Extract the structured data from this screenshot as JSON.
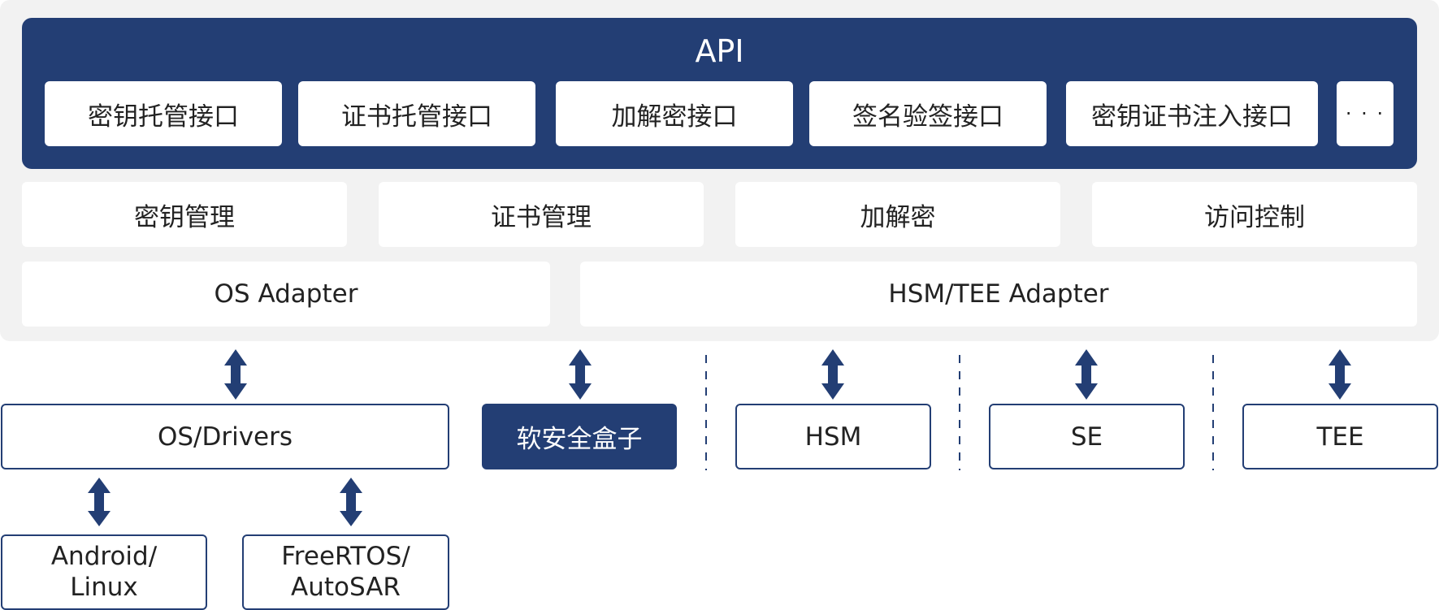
{
  "api": {
    "title": "API",
    "interfaces": [
      "密钥托管接口",
      "证书托管接口",
      "加解密接口",
      "签名验签接口",
      "密钥证书注入接口",
      "· · ·"
    ]
  },
  "modules": [
    "密钥管理",
    "证书管理",
    "加解密",
    "访问控制"
  ],
  "adapters": [
    "OS Adapter",
    "HSM/TEE Adapter"
  ],
  "backends": {
    "os_drivers": "OS/Drivers",
    "soft_box": "软安全盒子",
    "hsm": "HSM",
    "se": "SE",
    "tee": "TEE"
  },
  "operating_systems": [
    {
      "line1": "Android/",
      "line2": "Linux"
    },
    {
      "line1": "FreeRTOS/",
      "line2": "AutoSAR"
    }
  ],
  "colors": {
    "primary": "#233e74",
    "panel": "#f2f2f2",
    "box": "#ffffff"
  }
}
